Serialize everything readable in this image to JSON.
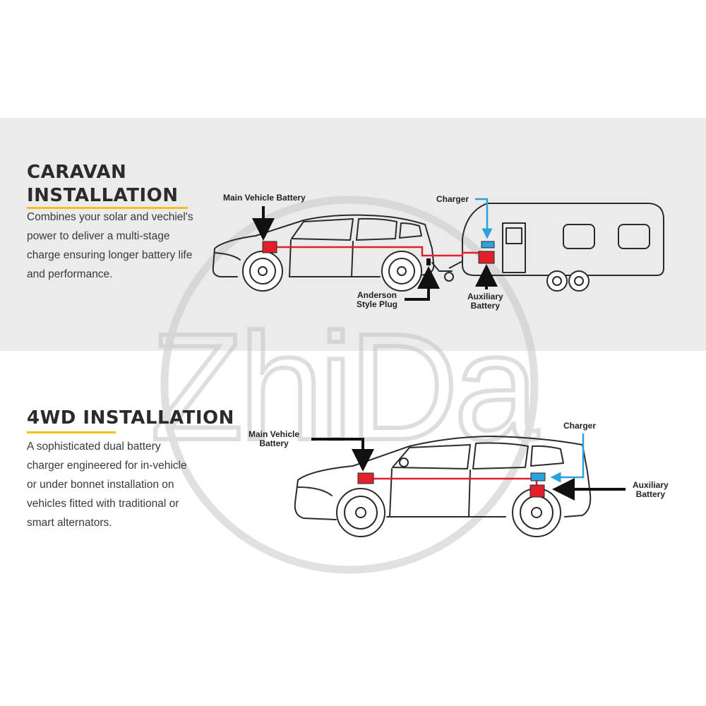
{
  "colors": {
    "band": "#ebebeb",
    "accent_rule": "#f2c21b",
    "wire": "#e0202a",
    "battery": "#e0202a",
    "charger": "#2aa2dd",
    "charger_line": "#2aa2dd",
    "outline": "#2b2b2b",
    "watermark": "#c8c8c8"
  },
  "watermark": {
    "text": "ZhiDa"
  },
  "caravan": {
    "title_line1": "CARAVAN",
    "title_line2": "INSTALLATION",
    "description": [
      "Combines your solar and vechiel's",
      "power to deliver a  multi-stage",
      "charge ensuring longer battery life",
      "and performance."
    ],
    "labels": {
      "main_battery": "Main Vehicle Battery",
      "charger": "Charger",
      "anderson_line1": "Anderson",
      "anderson_line2": "Style Plug",
      "aux_line1": "Auxiliary",
      "aux_line2": "Battery"
    }
  },
  "fourwd": {
    "title": "4WD INSTALLATION",
    "description": [
      "A sophisticated dual battery",
      "charger engineered for in-vehicle",
      "or under bonnet installation on",
      "vehicles fitted with traditional or",
      "smart alternators."
    ],
    "labels": {
      "main_line1": "Main Vehicle",
      "main_line2": "Battery",
      "charger": "Charger",
      "aux_line1": "Auxiliary",
      "aux_line2": "Battery"
    }
  }
}
